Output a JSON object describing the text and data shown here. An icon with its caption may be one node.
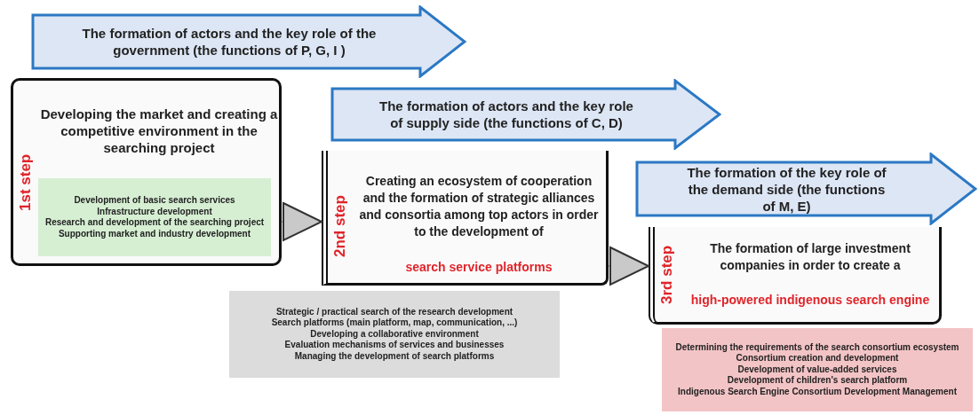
{
  "diagram": {
    "nodes": [
      {
        "text": [
          "1st step",
          "Developing the market and creating a competitive environment in the searching project"
        ]
      },
      {
        "text": [
          "The formation of actors and the key role of the government (the functions of P, G, I )"
        ]
      },
      {
        "text": [
          "Development of basic search services",
          "Infrastructure development",
          "Research and development of the searching project",
          "Supporting market and industry development"
        ],
        "in": 0
      },
      {
        "text": [
          "2nd step",
          "Creating an ecosystem of cooperation and the formation of strategic alliances and consortia among top actors in order to the development of",
          "search service platforms"
        ]
      },
      {
        "text": [
          "The formation of actors and the key role of supply side (the functions of C, D)"
        ]
      },
      {
        "text": [
          "Strategic / practical search of the research development",
          "Search platforms (main platform, map, communication, ...)",
          "Developing a collaborative environment",
          "Evaluation mechanisms of services and businesses",
          "Managing the development of search platforms"
        ]
      },
      {
        "text": [
          "3rd step",
          "The formation of large investment companies in order to create a",
          "high-powered indigenous search engine"
        ]
      },
      {
        "text": [
          "The formation of the key role of the demand side (the functions of M, E)"
        ]
      },
      {
        "text": [
          "Determining the requirements of the search consortium ecosystem",
          "Consortium creation and development",
          "Development of value-added services",
          "Development of children's search platform",
          "Indigenous Search Engine Consortium Development Management"
        ]
      }
    ],
    "edges": [
      {
        "from": 0,
        "to": 3,
        "arrow": "to"
      },
      {
        "from": 3,
        "to": 6,
        "arrow": "to"
      }
    ]
  }
}
